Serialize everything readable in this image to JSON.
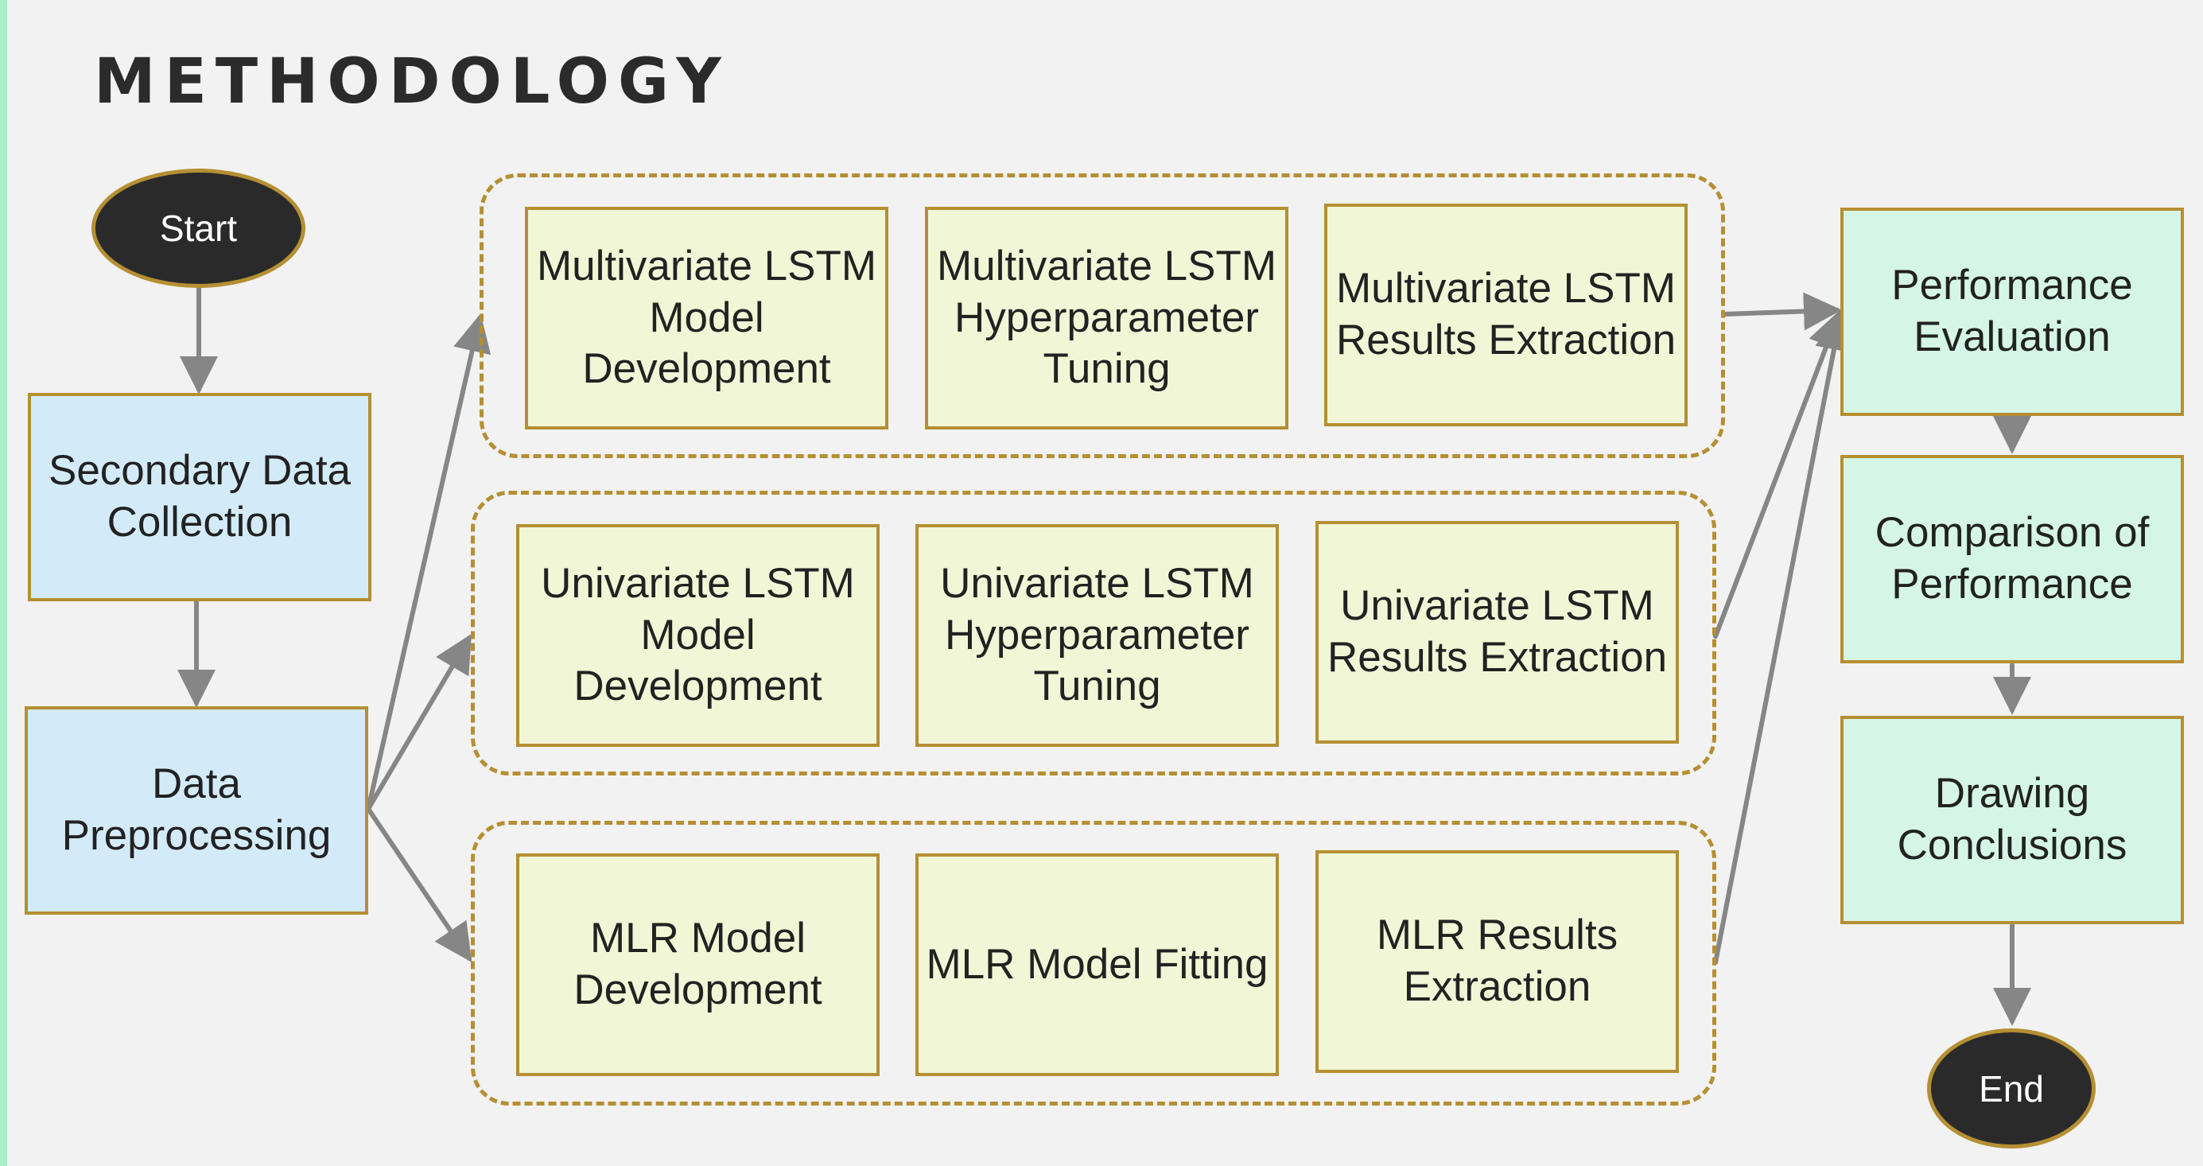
{
  "title": "METHODOLOGY",
  "colors": {
    "border": "#b58f33",
    "input_fill": "#d3ebf8",
    "model_fill": "#f1f6d6",
    "evaluation_fill": "#d5f6e6",
    "terminal_fill": "#2a2a2a",
    "arrow": "#868686",
    "accent": "#a6f0cc"
  },
  "nodes": {
    "start": "Start",
    "end": "End",
    "secondary_data_collection": "Secondary Data Collection",
    "data_preprocessing": "Data Preprocessing",
    "multivariate": {
      "development": "Multivariate LSTM Model Development",
      "tuning": "Multivariate LSTM Hyperparameter Tuning",
      "results": "Multivariate LSTM Results Extraction"
    },
    "univariate": {
      "development": "Univariate LSTM Model Development",
      "tuning": "Univariate LSTM Hyperparameter Tuning",
      "results": "Univariate LSTM Results Extraction"
    },
    "mlr": {
      "development": "MLR Model Development",
      "fitting": "MLR Model Fitting",
      "results": "MLR Results Extraction"
    },
    "performance_evaluation": "Performance Evaluation",
    "comparison_of_performance": "Comparison of Performance",
    "drawing_conclusions": "Drawing Conclusions"
  }
}
